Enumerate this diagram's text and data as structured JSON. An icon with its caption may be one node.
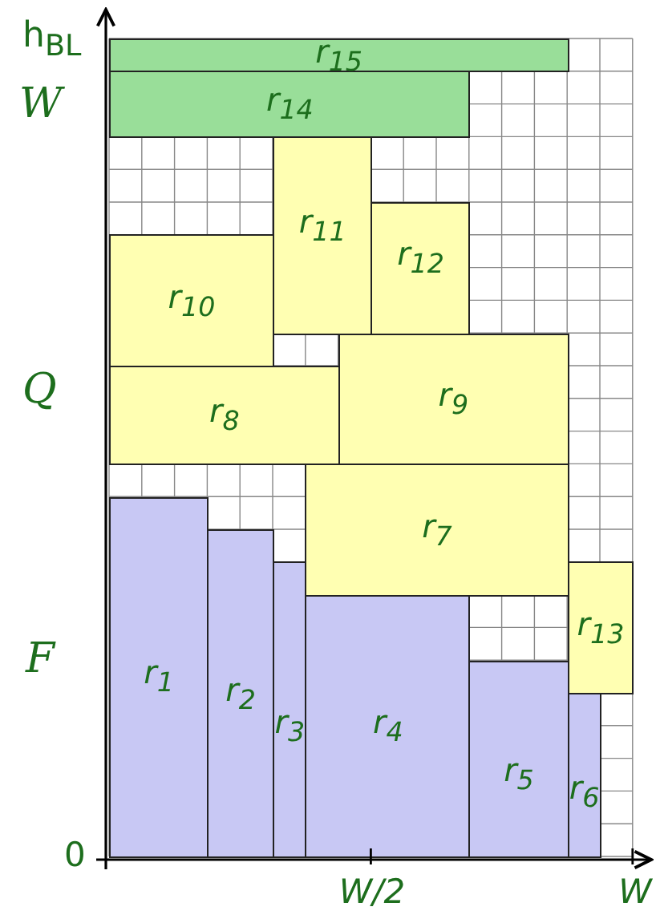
{
  "diagram": {
    "nodes": [
      {
        "text": [
          "r$_{1}$"
        ]
      },
      {
        "text": [
          "r$_{2}$"
        ]
      },
      {
        "text": [
          "r$_{3}$"
        ]
      },
      {
        "text": [
          "r$_{4}$"
        ]
      },
      {
        "text": [
          "r$_{5}$"
        ]
      },
      {
        "text": [
          "r$_{6}$"
        ]
      },
      {
        "text": [
          "r$_{7}$"
        ]
      },
      {
        "text": [
          "r$_{8}$"
        ]
      },
      {
        "text": [
          "r$_{9}$"
        ]
      },
      {
        "text": [
          "r$_{10}$"
        ]
      },
      {
        "text": [
          "r$_{11}$"
        ]
      },
      {
        "text": [
          "r$_{12}$"
        ]
      },
      {
        "text": [
          "r$_{13}$"
        ]
      },
      {
        "text": [
          "r$_{14}$"
        ]
      },
      {
        "text": [
          "r$_{15}$"
        ]
      }
    ],
    "edges": [],
    "labels": [
      "h$_{BL}$",
      "W",
      "Q",
      "F",
      "0",
      "W/2",
      "W"
    ]
  }
}
